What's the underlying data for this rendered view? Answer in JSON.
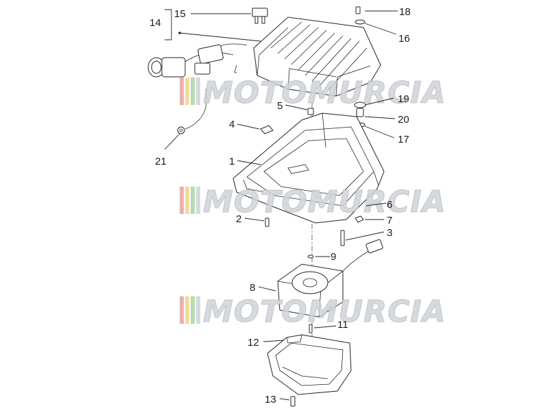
{
  "watermark": {
    "text": "MOTOMURCIA",
    "stripe_colors": [
      "#e9a3a3",
      "#f0d68a",
      "#a9d6a0",
      "#cfd3d8"
    ]
  },
  "labels": {
    "p1": "1",
    "p2": "2",
    "p3": "3",
    "p4": "4",
    "p5": "5",
    "p6": "6",
    "p7": "7",
    "p8": "8",
    "p9": "9",
    "p11": "11",
    "p12": "12",
    "p13": "13",
    "p14": "14",
    "p15": "15",
    "p16": "16",
    "p17": "17",
    "p18": "18",
    "p19": "19",
    "p20": "20",
    "p21": "21"
  }
}
